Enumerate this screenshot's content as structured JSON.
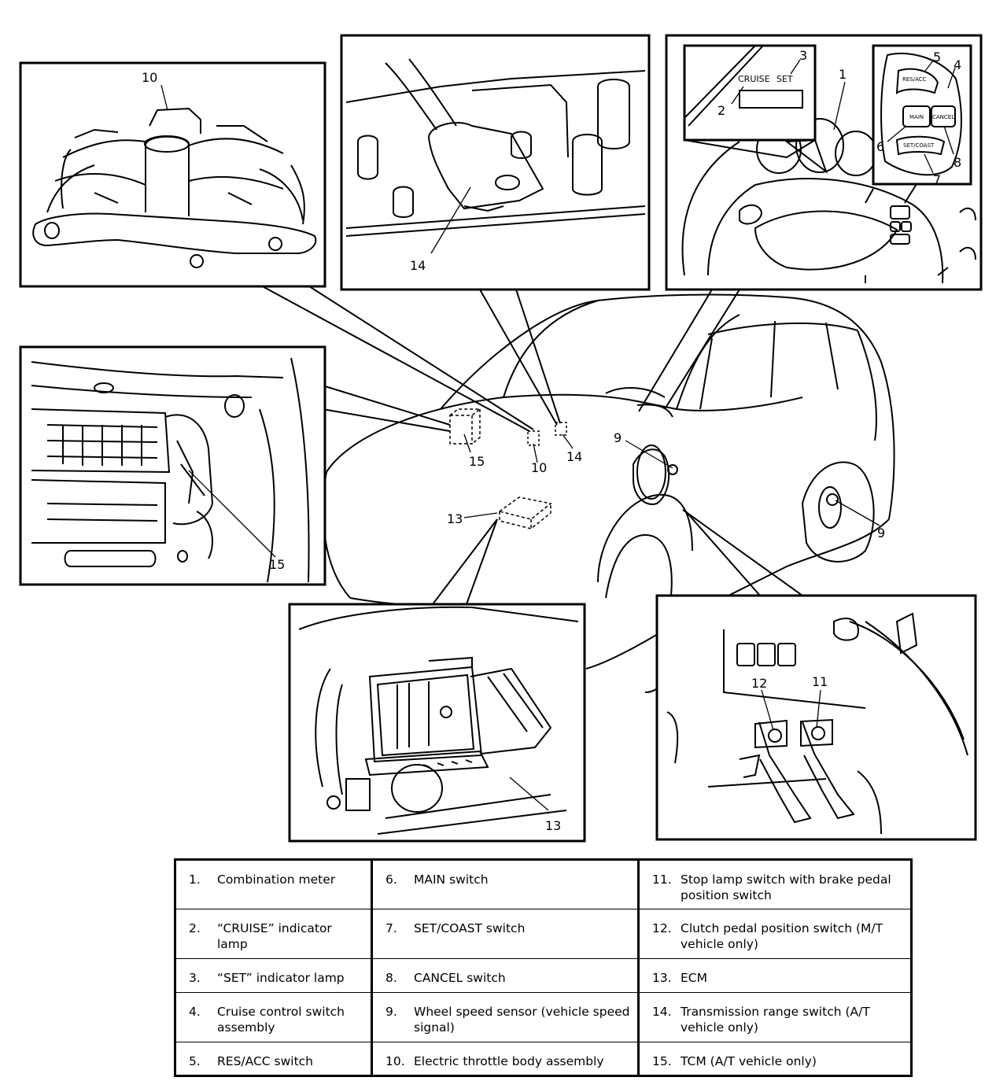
{
  "callouts": {
    "n1": "1",
    "n2": "2",
    "n3": "3",
    "n4": "4",
    "n5": "5",
    "n6": "6",
    "n7": "7",
    "n8": "8",
    "n9a": "9",
    "n9b": "9",
    "n10a": "10",
    "n10b": "10",
    "n11": "11",
    "n12": "12",
    "n13a": "13",
    "n13b": "13",
    "n14a": "14",
    "n14b": "14",
    "n15a": "15",
    "n15b": "15"
  },
  "panel_text": {
    "cruise": "CRUISE",
    "set": "SET",
    "res_acc": "RES/ACC",
    "main": "MAIN",
    "cancel": "CANCEL",
    "set_coast": "SET/COAST"
  },
  "legend": [
    {
      "num": "1.",
      "text": "Combination meter"
    },
    {
      "num": "6.",
      "text": "MAIN switch"
    },
    {
      "num": "11.",
      "text": "Stop lamp switch with brake pedal position switch"
    },
    {
      "num": "2.",
      "text": "“CRUISE” indicator lamp"
    },
    {
      "num": "7.",
      "text": "SET/COAST switch"
    },
    {
      "num": "12.",
      "text": "Clutch pedal position switch (M/T vehicle only)"
    },
    {
      "num": "3.",
      "text": "“SET” indicator lamp"
    },
    {
      "num": "8.",
      "text": "CANCEL switch"
    },
    {
      "num": "13.",
      "text": "ECM"
    },
    {
      "num": "4.",
      "text": "Cruise control switch assembly"
    },
    {
      "num": "9.",
      "text": "Wheel speed sensor (vehicle speed signal)"
    },
    {
      "num": "14.",
      "text": "Transmission range switch (A/T vehicle only)"
    },
    {
      "num": "5.",
      "text": "RES/ACC switch"
    },
    {
      "num": "10.",
      "text": "Electric throttle body assembly"
    },
    {
      "num": "15.",
      "text": "TCM (A/T vehicle only)"
    }
  ]
}
